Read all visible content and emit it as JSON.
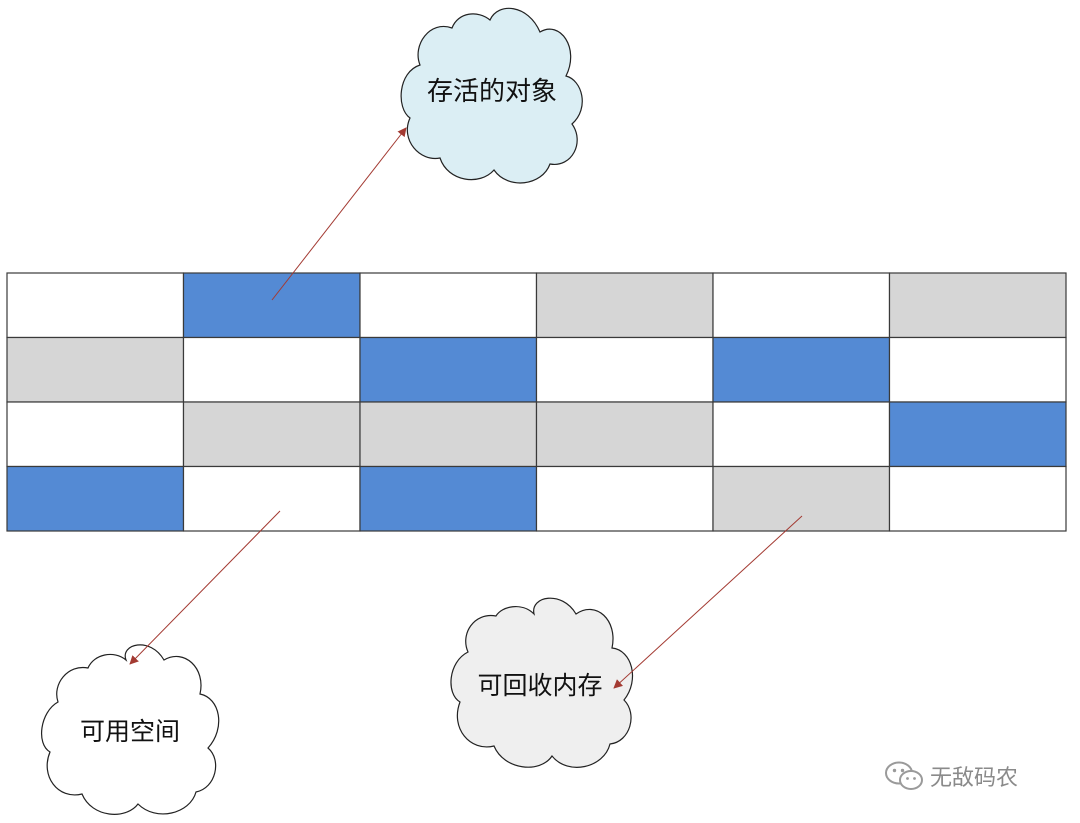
{
  "colors": {
    "occupied": "#548ad4",
    "reclaimable": "#d6d6d6",
    "free": "#ffffff",
    "grid_line": "#3a3a3a",
    "arrow": "#a33a32",
    "cloud_blue": "#dbeef4",
    "cloud_white": "#ffffff",
    "cloud_gray": "#efefef"
  },
  "legend_types": [
    "occupied",
    "free",
    "reclaimable"
  ],
  "memory_grid": [
    [
      "free",
      "occupied",
      "free",
      "reclaimable",
      "free",
      "reclaimable"
    ],
    [
      "reclaimable",
      "free",
      "occupied",
      "free",
      "occupied",
      "free"
    ],
    [
      "free",
      "reclaimable",
      "reclaimable",
      "reclaimable",
      "free",
      "occupied"
    ],
    [
      "occupied",
      "free",
      "occupied",
      "free",
      "reclaimable",
      "free"
    ]
  ],
  "callouts": {
    "live_objects": "存活的对象",
    "free_space": "可用空间",
    "reclaimable_memory": "可回收内存"
  },
  "watermark": {
    "text": "无敌码农",
    "icon": "wechat-icon"
  }
}
